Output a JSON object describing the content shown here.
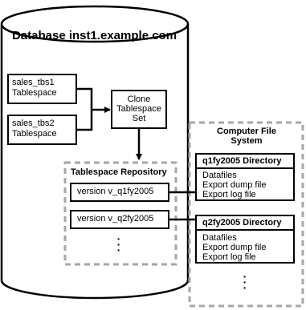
{
  "database": {
    "title": "Database inst1.example.com"
  },
  "tablespaces": [
    {
      "line1": "sales_tbs1",
      "line2": "Tablespace"
    },
    {
      "line1": "sales_tbs2",
      "line2": "Tablespace"
    }
  ],
  "clone": {
    "line1": "Clone",
    "line2": "Tablespace",
    "line3": "Set"
  },
  "repository": {
    "title": "Tablespace Repository",
    "versions": [
      "version v_q1fy2005",
      "version v_q2fy2005"
    ],
    "ellipsis": "·\n·\n·"
  },
  "file_system": {
    "title_line1": "Computer File",
    "title_line2": "System",
    "directories": [
      {
        "title": "q1fy2005 Directory",
        "items": [
          "Datafiles",
          "Export dump file",
          "Export log file"
        ]
      },
      {
        "title": "q2fy2005 Directory",
        "items": [
          "Datafiles",
          "Export dump file",
          "Export log file"
        ]
      }
    ],
    "ellipsis": "·\n·\n·"
  },
  "colors": {
    "stroke": "#000000",
    "dashed": "#a6a6a6",
    "fill": "#ffffff"
  }
}
